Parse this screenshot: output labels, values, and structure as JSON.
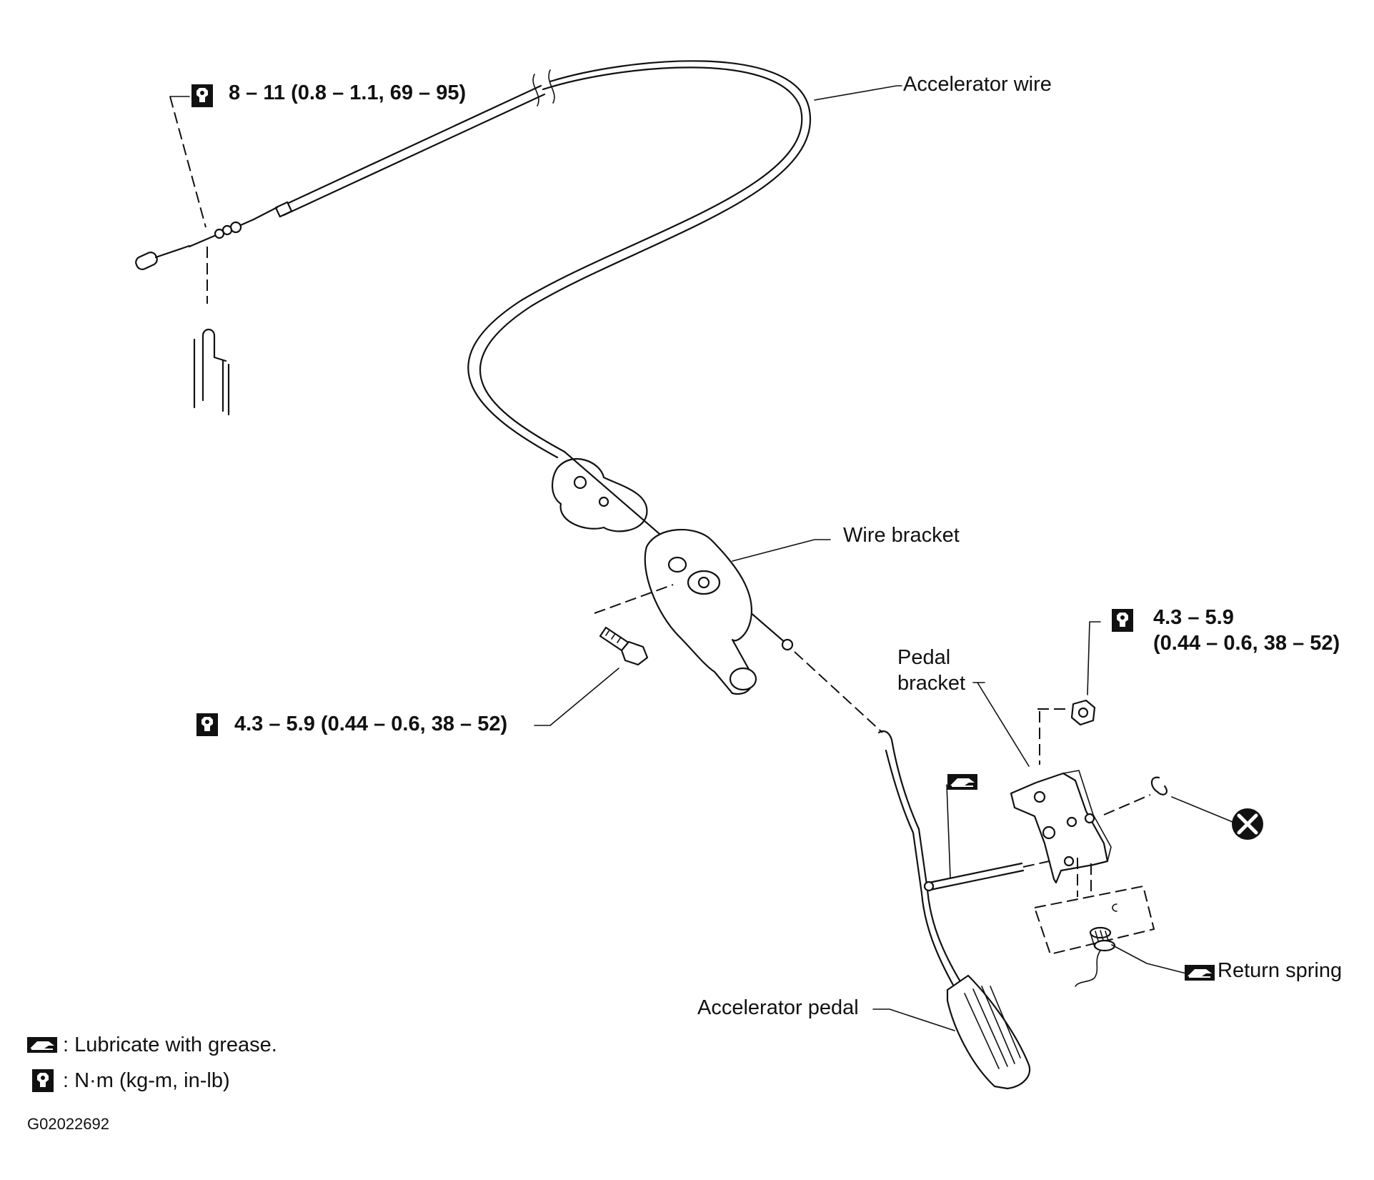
{
  "labels": {
    "accelerator_wire": "Accelerator wire",
    "wire_bracket": "Wire bracket",
    "pedal_bracket_line1": "Pedal",
    "pedal_bracket_line2": "bracket",
    "return_spring": "Return spring",
    "accelerator_pedal": "Accelerator pedal"
  },
  "torque_specs": {
    "throttle_end": "8 – 11 (0.8 – 1.1, 69 – 95)",
    "bracket_bolt": "4.3 – 5.9 (0.44 – 0.6, 38 – 52)",
    "pedal_nut_line1": "4.3 – 5.9",
    "pedal_nut_line2": "(0.44 – 0.6, 38 – 52)"
  },
  "legend": {
    "grease": ": Lubricate with grease.",
    "torque": ": N·m (kg-m, in-lb)"
  },
  "figure_code": "G02022692",
  "icons": {
    "torque": "torque-wrench-icon",
    "grease": "grease-icon",
    "replace": "do-not-reuse-icon"
  }
}
